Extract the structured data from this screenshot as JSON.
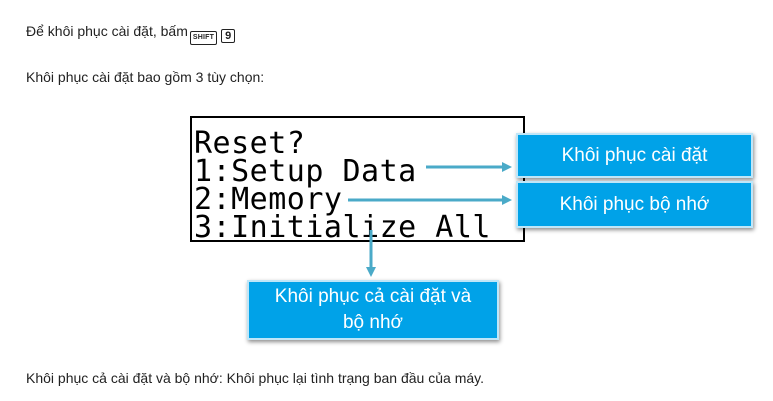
{
  "intro": {
    "text": "Để khôi phục cài đặt, bấm",
    "shift_key": "SHIFT",
    "nine_key": "9"
  },
  "options_intro": "Khôi phục cài đặt bao gồm 3 tùy chọn:",
  "screen": {
    "lines": [
      "Reset?",
      "1:Setup Data",
      "2:Memory",
      "3:Initialize All"
    ]
  },
  "callouts": {
    "setup": "Khôi phục cài đặt",
    "memory": "Khôi phục bộ nhớ",
    "all": "Khôi phục cả cài đặt và bộ nhớ"
  },
  "footer": "Khôi phục cả cài đặt và bộ nhớ: Khôi phục lại tình trạng ban đầu của máy.",
  "colors": {
    "callout_bg": "#00a2e8",
    "arrow": "#4aaac8"
  }
}
